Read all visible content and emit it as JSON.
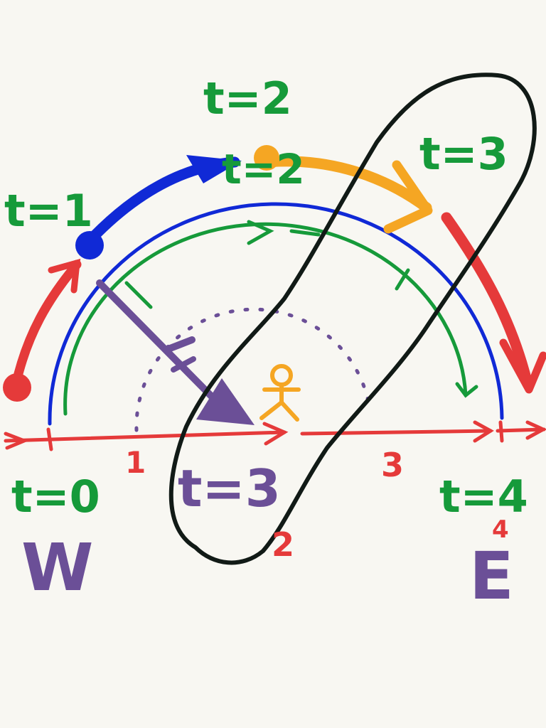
{
  "labels": {
    "t0": "t=0",
    "t1": "t=1",
    "t2_top": "t=2",
    "t2_mid": "t=2",
    "t3_right": "t=3",
    "t3_center": "t=3",
    "t4": "t=4",
    "west": "W",
    "east": "E",
    "tick_1": "1",
    "tick_2": "2",
    "tick_3": "3",
    "tick_4": "4"
  },
  "colors": {
    "background": "#f8f7f2",
    "red": "#e53a3a",
    "blue": "#1029d6",
    "green": "#169a3a",
    "orange": "#f5a623",
    "purple": "#6b4f97",
    "black": "#111a16"
  },
  "icons": {
    "stick_figure": "stick-figure-icon"
  }
}
